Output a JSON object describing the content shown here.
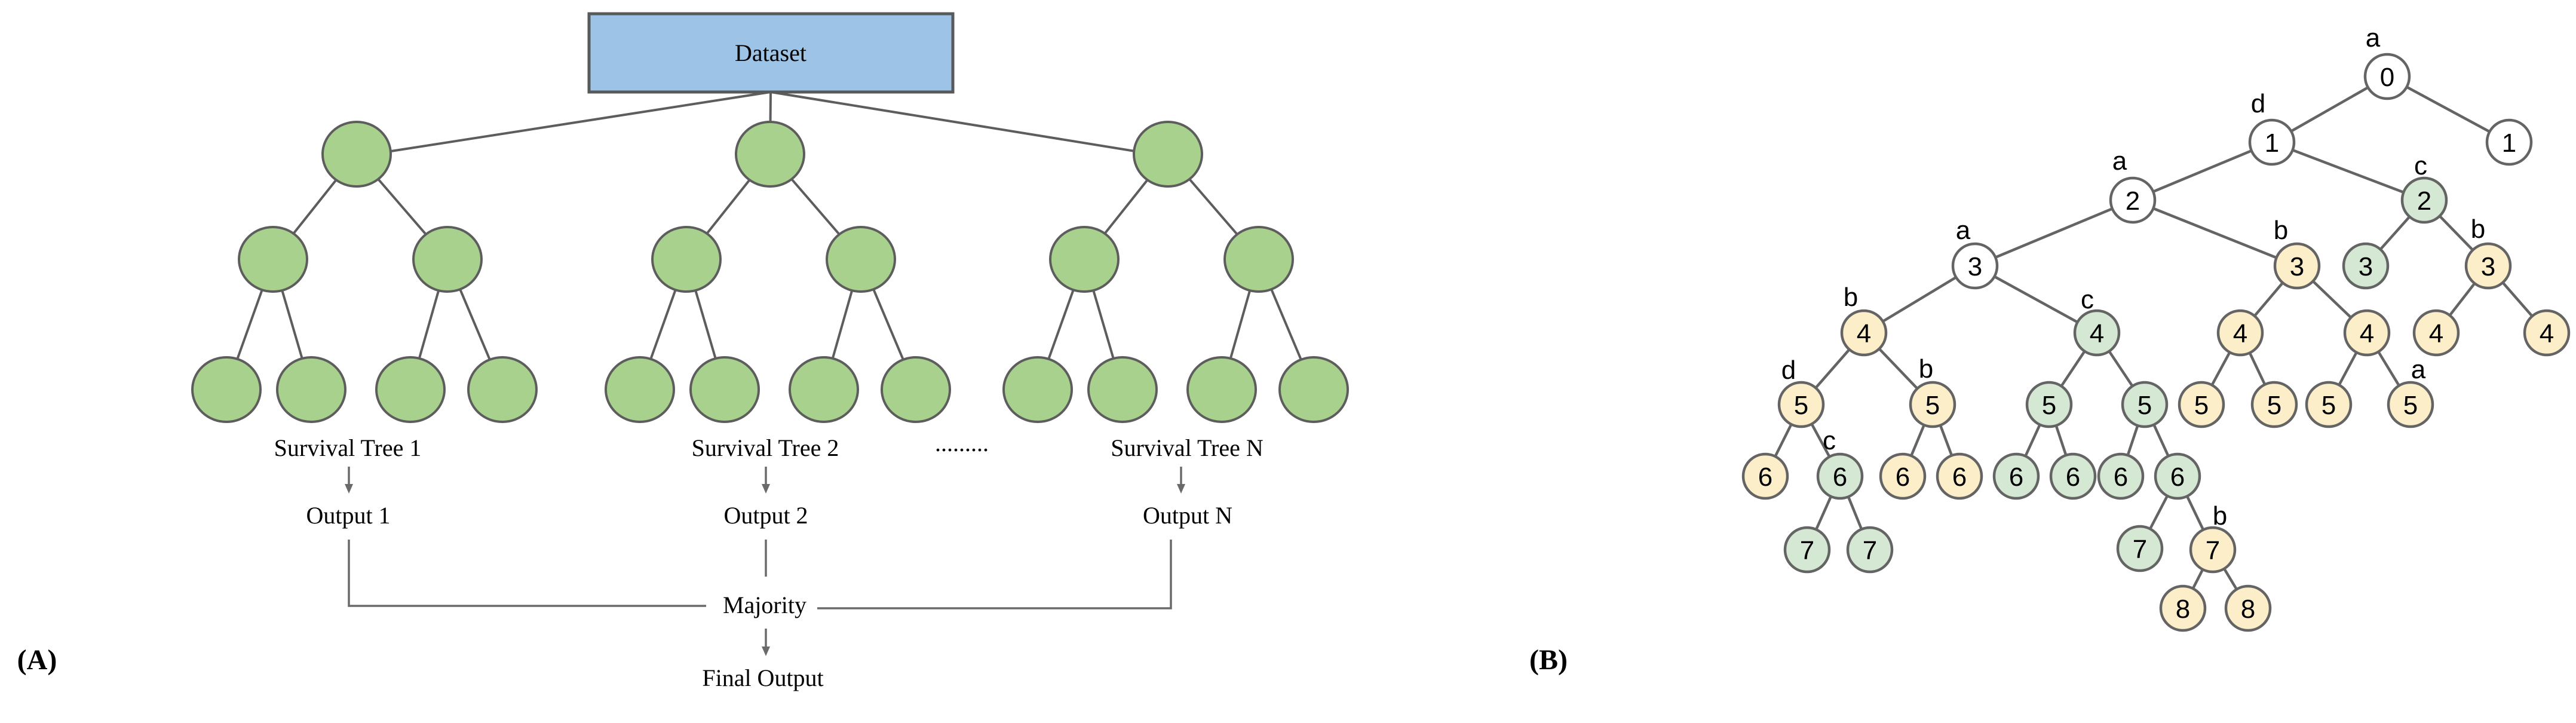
{
  "figure": {
    "type": "two-panel scientific figure",
    "panel_a": "random survival forest ensemble diagram",
    "panel_b": "recursive binary survival tree with numbered depth levels"
  },
  "diagram_a": {
    "panel_label": "(A)",
    "dataset_label": "Dataset",
    "tree_labels": [
      "Survival Tree 1",
      "Survival Tree 2",
      "Survival Tree N"
    ],
    "ellipsis": ".........",
    "output_labels": [
      "Output 1",
      "Output 2",
      "Output N"
    ],
    "majority_label": "Majority",
    "final_output_label": "Final Output",
    "colors": {
      "dataset_fill": "#9dc3e6",
      "node_fill": "#a9d18e",
      "stroke": "#5d5d5d"
    }
  },
  "diagram_b": {
    "panel_label": "(B)",
    "colors": {
      "white": "#ffffff",
      "green": "#d5e8d4",
      "yellow": "#fdeeca",
      "stroke": "#646464"
    },
    "nodes": [
      {
        "value": "0",
        "color": "white",
        "letter": "a"
      },
      {
        "value": "1",
        "color": "white",
        "letter": "d"
      },
      {
        "value": "1",
        "color": "white"
      },
      {
        "value": "2",
        "color": "white",
        "letter": "a"
      },
      {
        "value": "2",
        "color": "green",
        "letter": "c"
      },
      {
        "value": "3",
        "color": "white",
        "letter": "a"
      },
      {
        "value": "3",
        "color": "yellow",
        "letter": "b"
      },
      {
        "value": "3",
        "color": "green"
      },
      {
        "value": "3",
        "color": "yellow",
        "letter": "b"
      },
      {
        "value": "4",
        "color": "yellow",
        "letter": "b"
      },
      {
        "value": "4",
        "color": "green",
        "letter": "c"
      },
      {
        "value": "4",
        "color": "yellow"
      },
      {
        "value": "4",
        "color": "yellow"
      },
      {
        "value": "4",
        "color": "yellow"
      },
      {
        "value": "4",
        "color": "yellow"
      },
      {
        "value": "5",
        "color": "yellow",
        "letter": "d"
      },
      {
        "value": "5",
        "color": "yellow",
        "letter": "b"
      },
      {
        "value": "5",
        "color": "green"
      },
      {
        "value": "5",
        "color": "green"
      },
      {
        "value": "5",
        "color": "yellow"
      },
      {
        "value": "5",
        "color": "yellow"
      },
      {
        "value": "5",
        "color": "yellow"
      },
      {
        "value": "5",
        "color": "yellow",
        "letter": "a"
      },
      {
        "value": "6",
        "color": "yellow"
      },
      {
        "value": "6",
        "color": "green",
        "letter": "c"
      },
      {
        "value": "6",
        "color": "yellow"
      },
      {
        "value": "6",
        "color": "yellow"
      },
      {
        "value": "6",
        "color": "green"
      },
      {
        "value": "6",
        "color": "green"
      },
      {
        "value": "6",
        "color": "green"
      },
      {
        "value": "6",
        "color": "green"
      },
      {
        "value": "7",
        "color": "green"
      },
      {
        "value": "7",
        "color": "green"
      },
      {
        "value": "7",
        "color": "green"
      },
      {
        "value": "7",
        "color": "yellow",
        "letter": "b"
      },
      {
        "value": "8",
        "color": "yellow"
      },
      {
        "value": "8",
        "color": "yellow"
      }
    ],
    "edges": [
      [
        0,
        1
      ],
      [
        0,
        2
      ],
      [
        1,
        3
      ],
      [
        1,
        4
      ],
      [
        3,
        5
      ],
      [
        3,
        6
      ],
      [
        4,
        7
      ],
      [
        4,
        8
      ],
      [
        5,
        9
      ],
      [
        5,
        10
      ],
      [
        6,
        11
      ],
      [
        6,
        12
      ],
      [
        8,
        13
      ],
      [
        8,
        14
      ],
      [
        9,
        15
      ],
      [
        9,
        16
      ],
      [
        10,
        17
      ],
      [
        10,
        18
      ],
      [
        11,
        19
      ],
      [
        11,
        20
      ],
      [
        12,
        21
      ],
      [
        12,
        22
      ],
      [
        15,
        23
      ],
      [
        15,
        24
      ],
      [
        16,
        25
      ],
      [
        16,
        26
      ],
      [
        17,
        27
      ],
      [
        17,
        28
      ],
      [
        18,
        29
      ],
      [
        18,
        30
      ],
      [
        24,
        31
      ],
      [
        24,
        32
      ],
      [
        30,
        33
      ],
      [
        30,
        34
      ],
      [
        34,
        35
      ],
      [
        34,
        36
      ]
    ]
  }
}
